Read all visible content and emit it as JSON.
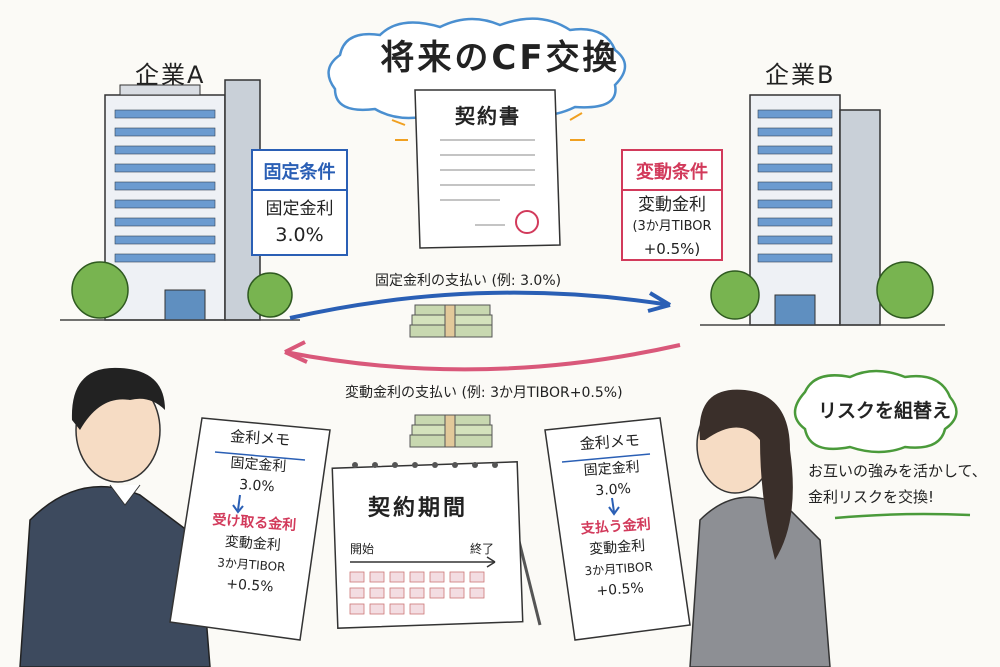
{
  "title": "将来のCF交換",
  "company_a": "企業A",
  "company_b": "企業B",
  "contract": "契約書",
  "fixed_box": {
    "heading": "固定条件",
    "line1": "固定金利",
    "line2": "3.0%"
  },
  "floating_box": {
    "heading": "変動条件",
    "line1": "変動金利",
    "line2": "(3か月TIBOR",
    "line3": "+0.5%)"
  },
  "arrow_fixed": "固定金利の支払い (例: 3.0%)",
  "arrow_floating": "変動金利の支払い (例: 3か月TIBOR+0.5%)",
  "calendar": {
    "title": "契約期間",
    "start": "開始",
    "end": "終了"
  },
  "memo_left": {
    "heading": "金利メモ",
    "l1": "固定金利",
    "l2": "3.0%",
    "action": "受け取る金利",
    "l3": "変動金利",
    "l4": "3か月TIBOR",
    "l5": "+0.5%"
  },
  "memo_right": {
    "heading": "金利メモ",
    "l1": "固定金利",
    "l2": "3.0%",
    "action": "支払う金利",
    "l3": "変動金利",
    "l4": "3か月TIBOR",
    "l5": "+0.5%"
  },
  "risk_bubble": "リスクを組替え",
  "caption_line1": "お互いの強みを活かして、",
  "caption_line2": "金利リスクを交換!",
  "colors": {
    "blue": "#2a5fb5",
    "pink": "#d23a5b",
    "green": "#4a9a3a"
  }
}
